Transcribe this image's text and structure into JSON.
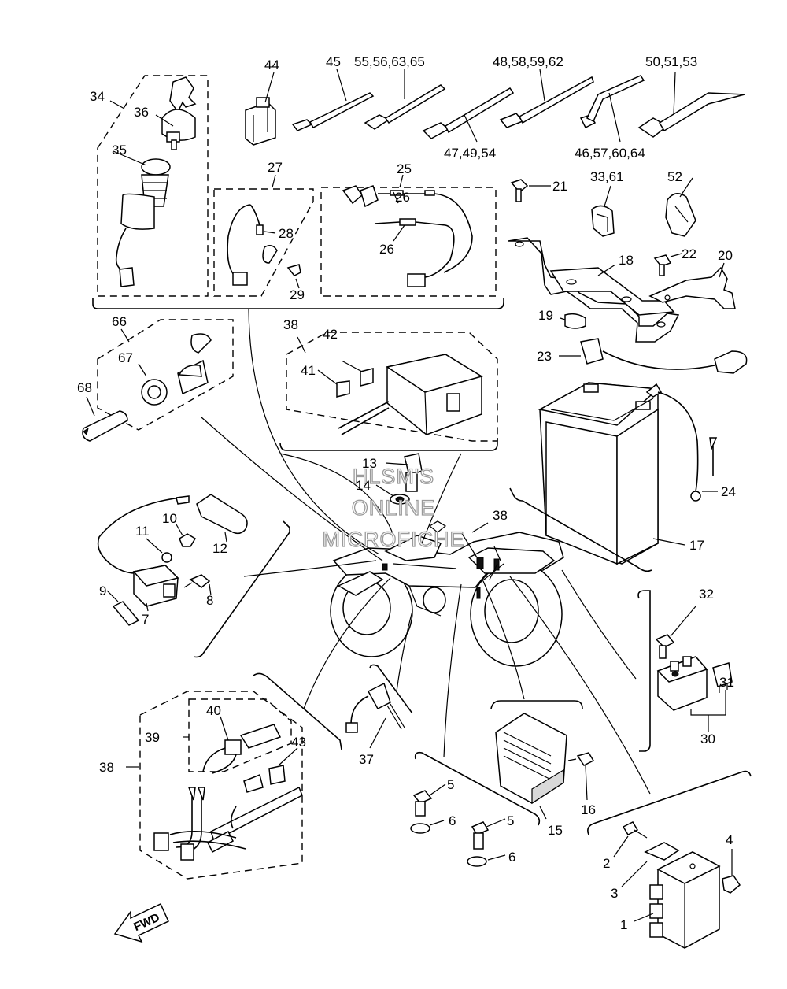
{
  "labels": {
    "l1": "1",
    "l2": "2",
    "l3": "3",
    "l4": "4",
    "l5a": "5",
    "l5b": "5",
    "l6a": "6",
    "l6b": "6",
    "l7": "7",
    "l8": "8",
    "l9": "9",
    "l10": "10",
    "l11": "11",
    "l12": "12",
    "l13": "13",
    "l14": "14",
    "l15": "15",
    "l16": "16",
    "l17": "17",
    "l18": "18",
    "l19": "19",
    "l20": "20",
    "l21": "21",
    "l22": "22",
    "l23": "23",
    "l24": "24",
    "l25": "25",
    "l26a": "26",
    "l26b": "26",
    "l27": "27",
    "l28": "28",
    "l29": "29",
    "l30": "30",
    "l31": "31",
    "l32": "32",
    "l33": "33,61",
    "l34": "34",
    "l35": "35",
    "l36": "36",
    "l37": "37",
    "l38a": "38",
    "l38b": "38",
    "l38c": "38",
    "l39": "39",
    "l40": "40",
    "l41": "41",
    "l42": "42",
    "l43": "43",
    "l44": "44",
    "l45": "45",
    "l46": "46,57,60,64",
    "l47": "47,49,54",
    "l48": "48,58,59,62",
    "l50": "50,51,53",
    "l52": "52",
    "l55": "55,56,63,65",
    "l66": "66",
    "l67": "67",
    "l68": "68"
  },
  "watermark": [
    "HLSM'S",
    "ONLINE",
    "MICROFICHE"
  ],
  "fwd_arrow": "FWD"
}
